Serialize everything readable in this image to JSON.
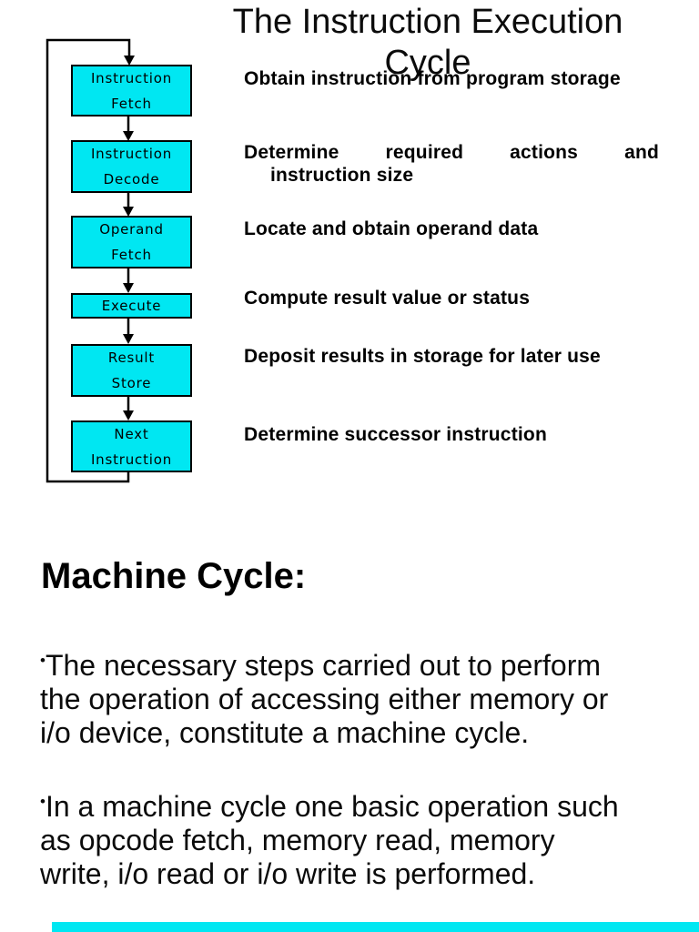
{
  "title": {
    "lines": [
      "The Instruction Execution",
      "Cycle"
    ]
  },
  "colors": {
    "box_fill": "#00E7F2",
    "line": "#000000",
    "text": "#000000"
  },
  "flowchart": {
    "boxes": [
      {
        "label": "Instruction\nFetch"
      },
      {
        "label": "Instruction\nDecode"
      },
      {
        "label": "Operand\nFetch"
      },
      {
        "label": "Execute"
      },
      {
        "label": "Result\nStore"
      },
      {
        "label": "Next\nInstruction"
      }
    ],
    "descriptions": {
      "step1": "Obtain instruction from program storage",
      "step2_line1_words": [
        "Determine",
        "required",
        "actions",
        "and"
      ],
      "step2_line2": "instruction size",
      "step3": "Locate and obtain operand data",
      "step4": "Compute result value or status",
      "step5": "Deposit results in storage for later use",
      "step6": "Determine successor instruction"
    }
  },
  "machine_cycle": {
    "heading": "Machine Cycle:",
    "paragraphs": [
      {
        "bullet": "•",
        "lines": [
          "The necessary steps carried out to perform",
          "the operation of accessing either memory or",
          "i/o device, constitute a machine cycle."
        ]
      },
      {
        "bullet": "•",
        "lines": [
          "In a machine cycle one basic operation such",
          "as opcode fetch, memory read, memory",
          "write, i/o read or i/o write is performed."
        ]
      }
    ]
  }
}
